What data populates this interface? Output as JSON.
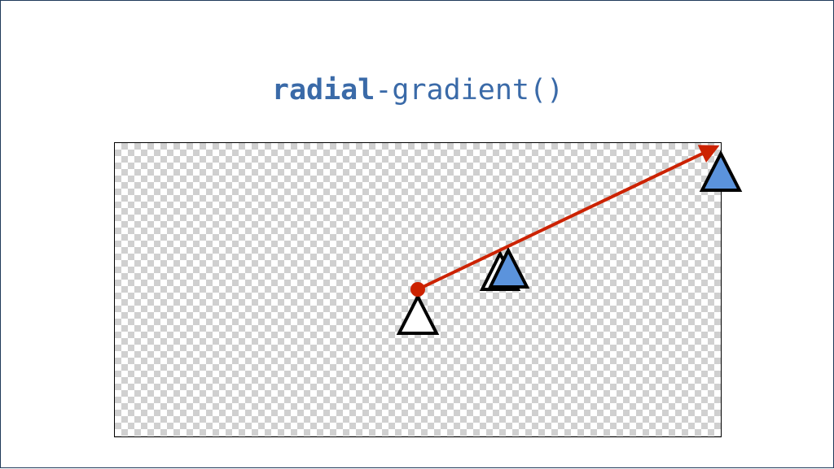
{
  "title": {
    "keyword": "radial",
    "rest": "-gradient()"
  },
  "colors": {
    "title": "#3a6aa8",
    "arrow": "#cc2200",
    "marker_fill": "#5b93dc",
    "marker_stroke": "#000000",
    "frame": "#1f3a5a",
    "checker": "#d0d0d0"
  },
  "diagram": {
    "background": "transparent-checkerboard",
    "elements": [
      "origin-point",
      "gradient-ray-arrow",
      "center-marker-outline",
      "stop-marker-outline",
      "stop-marker-filled",
      "end-stop-marker-filled"
    ]
  }
}
